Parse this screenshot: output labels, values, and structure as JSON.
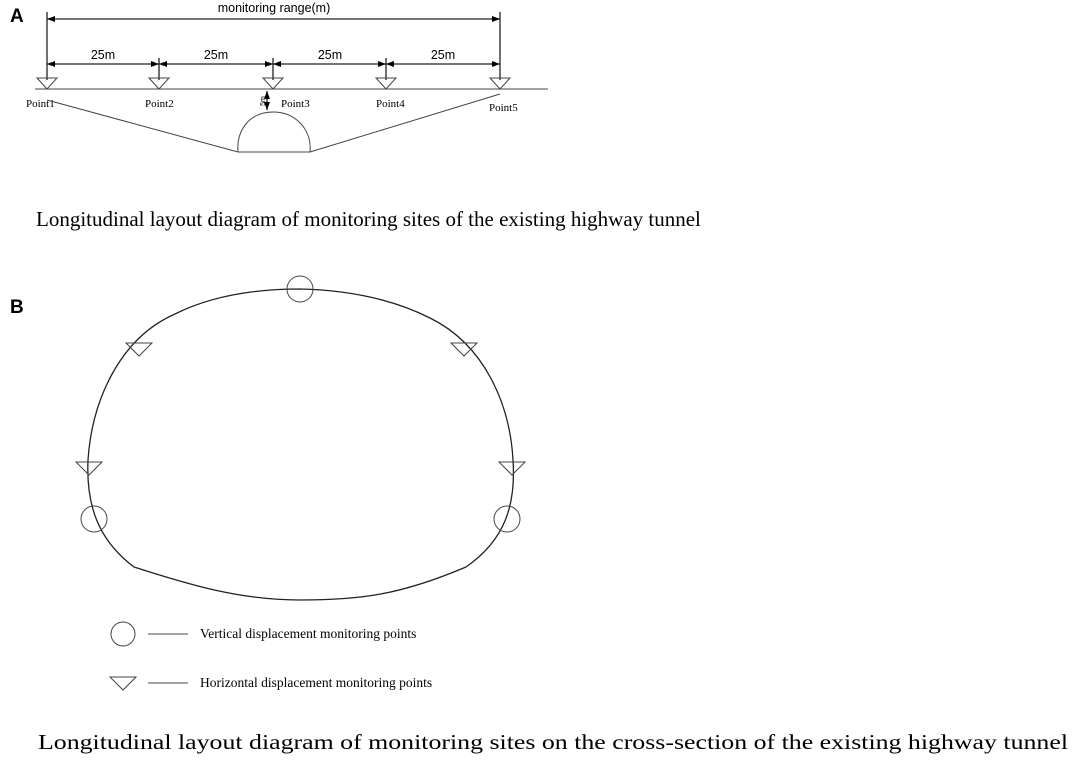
{
  "panel_a": {
    "label": "A",
    "range_label": "monitoring range(m)",
    "segments": [
      "25m",
      "25m",
      "25m",
      "25m"
    ],
    "points": [
      "Point1",
      "Point2",
      "Point3",
      "Point4",
      "Point5"
    ],
    "depth_label": "5m",
    "caption": "Longitudinal layout diagram of monitoring sites of the existing highway tunnel"
  },
  "panel_b": {
    "label": "B",
    "legend": {
      "vertical": "Vertical displacement monitoring points",
      "horizontal": "Horizontal displacement monitoring points"
    },
    "caption": "Longitudinal layout diagram of monitoring sites on the cross-section of the existing highway tunnel"
  }
}
